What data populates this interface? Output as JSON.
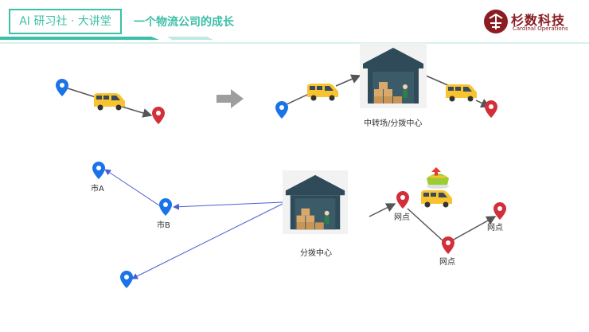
{
  "header": {
    "badge": "AI 研习社 · 大讲堂",
    "title": "一个物流公司的成长",
    "brand_name": "杉数科技",
    "brand_sub": "Cardinal Operations"
  },
  "labels": {
    "transfer_center": "中转场/分拨中心",
    "city_a": "市A",
    "city_b": "市B",
    "sorting_center": "分拨中心",
    "outlet_1": "网点",
    "outlet_2": "网点",
    "outlet_3": "网点"
  },
  "colors": {
    "accent": "#3bbfa8",
    "brand": "#8a1c22",
    "pin_blue": "#1a73e8",
    "pin_red": "#d32f3a",
    "van": "#f7c331",
    "warehouse": "#2f4a58"
  }
}
